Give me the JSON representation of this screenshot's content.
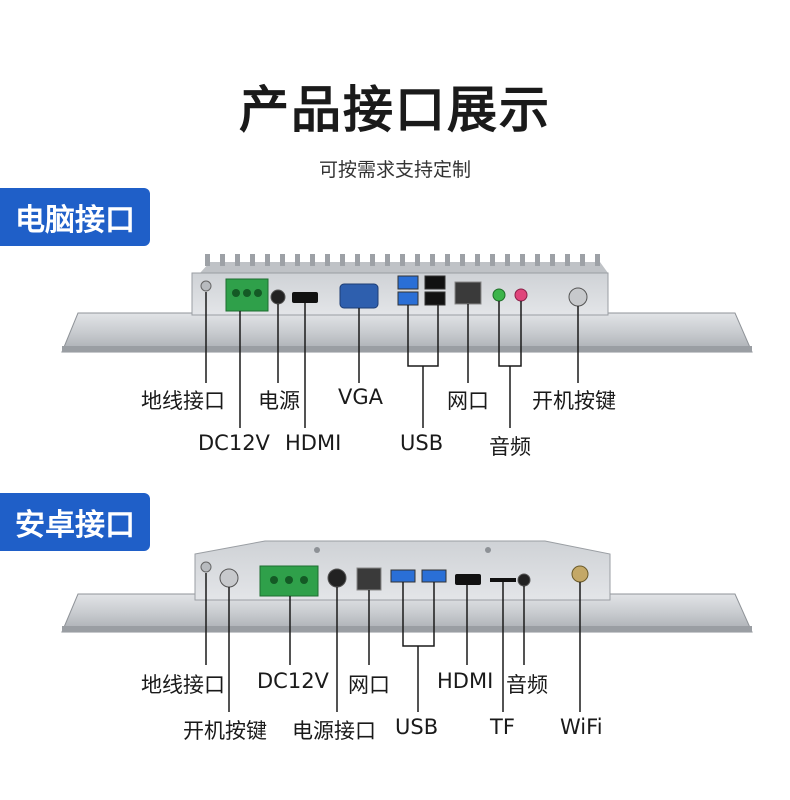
{
  "header": {
    "title": "产品接口展示",
    "subtitle": "可按需求支持定制"
  },
  "pc": {
    "tab": "电脑接口",
    "labels": {
      "ground": "地线接口",
      "dc": "DC12V",
      "power": "电源",
      "hdmi": "HDMI",
      "vga": "VGA",
      "usb": "USB",
      "lan": "网口",
      "audio": "音频",
      "power_button": "开机按键"
    }
  },
  "android": {
    "tab": "安卓接口",
    "labels": {
      "ground": "地线接口",
      "power_button": "开机按键",
      "dc": "DC12V",
      "power_port": "电源接口",
      "lan": "网口",
      "usb": "USB",
      "hdmi": "HDMI",
      "tf": "TF",
      "audio": "音频",
      "wifi": "WiFi"
    }
  },
  "colors": {
    "accent": "#1f5fc8",
    "terminal": "#2fa04a",
    "usb": "#2a6fd6",
    "audio_green": "#3cb44a",
    "audio_pink": "#e0457b"
  }
}
